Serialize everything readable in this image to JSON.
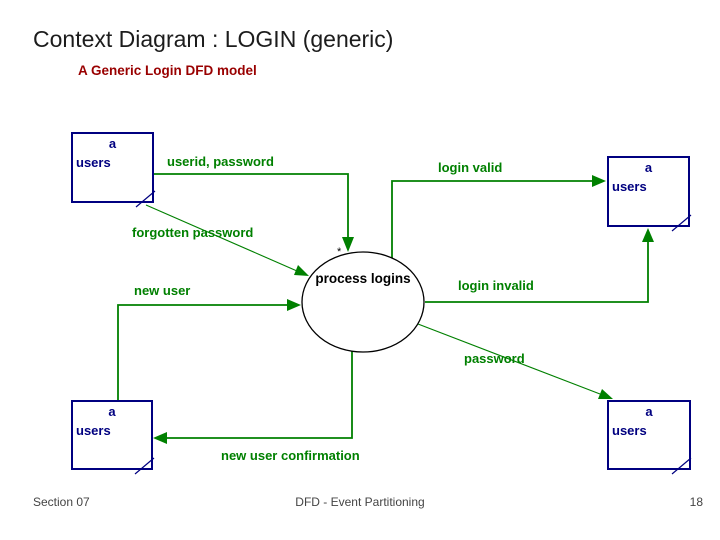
{
  "slide": {
    "title": "Context Diagram : LOGIN (generic)",
    "subtitle": "A Generic Login DFD model"
  },
  "diagram": {
    "process": {
      "label": "process logins",
      "marker": "*"
    },
    "entities": [
      {
        "position": "top-left",
        "qualifier": "a",
        "name": "users"
      },
      {
        "position": "right",
        "qualifier": "a",
        "name": "users"
      },
      {
        "position": "bottom-left",
        "qualifier": "a",
        "name": "users"
      },
      {
        "position": "bottom-right",
        "qualifier": "a",
        "name": "users"
      }
    ],
    "flows": [
      {
        "label": "userid, password",
        "from": "users (top-left)",
        "to": "process logins"
      },
      {
        "label": "login valid",
        "from": "process logins",
        "to": "users (right)"
      },
      {
        "label": "forgotten password",
        "from": "users (top-left)",
        "to": "process logins"
      },
      {
        "label": "new user",
        "from": "users (bottom-left)",
        "to": "process logins"
      },
      {
        "label": "login invalid",
        "from": "process logins",
        "to": "users (right)"
      },
      {
        "label": "password",
        "from": "process logins",
        "to": "users (bottom-right)"
      },
      {
        "label": "new user confirmation",
        "from": "process logins",
        "to": "users (bottom-left)"
      }
    ]
  },
  "footer": {
    "left": "Section 07",
    "center": "DFD - Event Partitioning",
    "page": "18"
  },
  "colors": {
    "flow": "#008000",
    "entity": "#000080",
    "subtitle": "#990000",
    "process": "#000000",
    "footer": "#444444"
  }
}
